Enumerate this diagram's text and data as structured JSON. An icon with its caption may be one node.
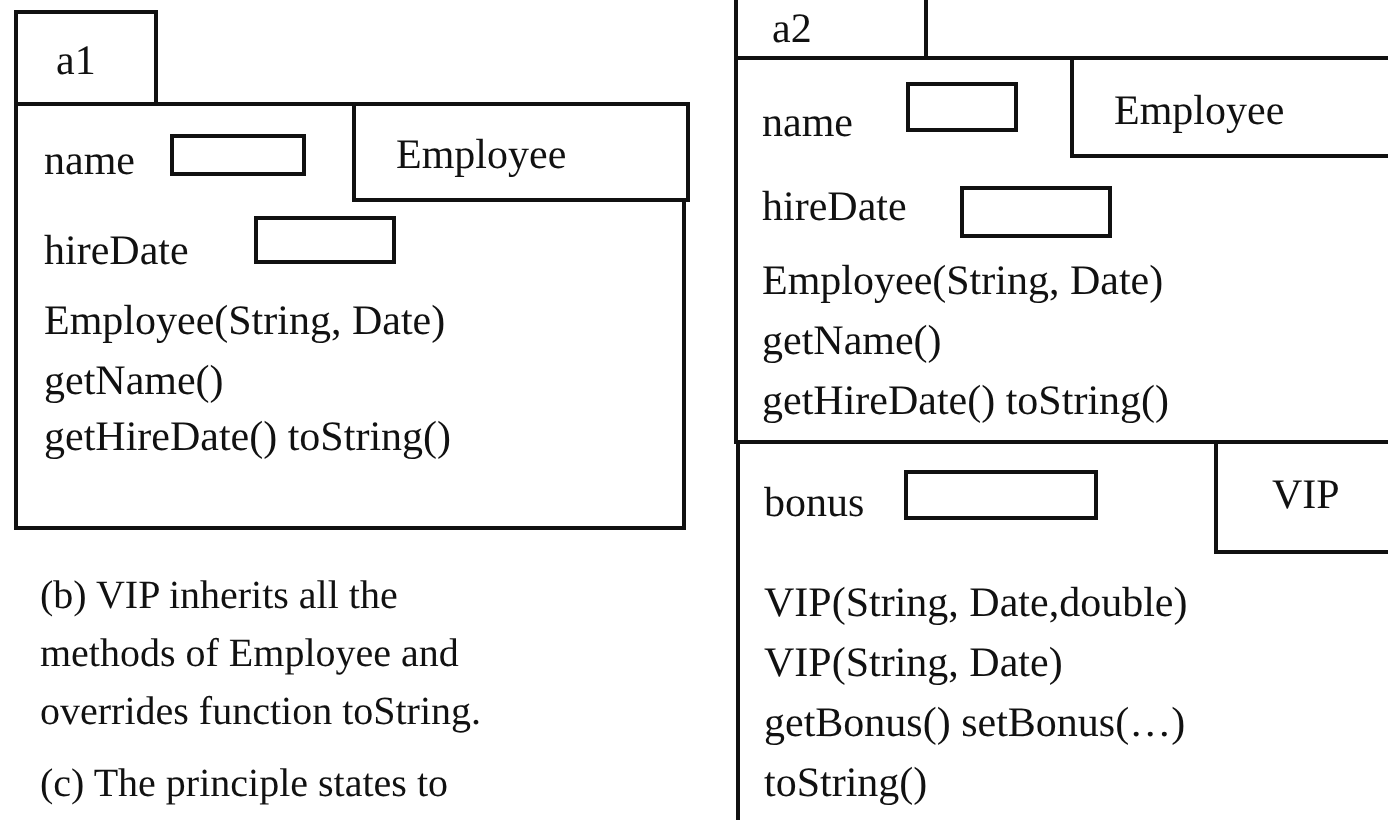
{
  "diagram": {
    "nodes": [
      {
        "text": [
          "a1"
        ]
      },
      {
        "text": [
          "name",
          "hireDate",
          "Employee(String, Date)",
          "getName()",
          "getHireDate() toString()"
        ]
      },
      {
        "text": [
          "Employee"
        ],
        "in": 1
      },
      {
        "text": [],
        "shape": "box",
        "in": 1
      },
      {
        "text": [],
        "shape": "box",
        "in": 1
      },
      {
        "text": [
          "a2"
        ]
      },
      {
        "text": [
          "name",
          "hireDate",
          "Employee(String, Date)",
          "getName()",
          "getHireDate() toString()"
        ]
      },
      {
        "text": [
          "Employee"
        ],
        "in": 6
      },
      {
        "text": [],
        "shape": "box",
        "in": 6
      },
      {
        "text": [],
        "shape": "box",
        "in": 6
      },
      {
        "text": [
          "bonus",
          "VIP(String, Date,double)",
          "VIP(String, Date)",
          "getBonus() setBonus(…)",
          "toString()"
        ]
      },
      {
        "text": [
          "VIP"
        ],
        "in": 10
      },
      {
        "text": [],
        "shape": "box",
        "in": 10
      }
    ],
    "labels": [
      "(b) VIP inherits all the methods of Employee and overrides function toString.",
      "(c) The principle states to"
    ]
  }
}
